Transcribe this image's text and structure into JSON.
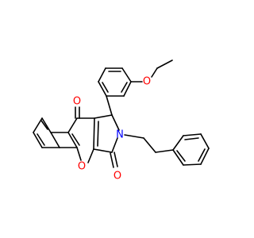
{
  "molecule": {
    "colors": {
      "bond": "#000000",
      "carbon": "#000000",
      "oxygen": "#ff0000",
      "nitrogen": "#0000ff"
    },
    "atom_labels": {
      "o_ether": "O",
      "o_ketone": "O",
      "o_pyran": "O",
      "o_lactam": "O",
      "n_ring": "N"
    }
  }
}
